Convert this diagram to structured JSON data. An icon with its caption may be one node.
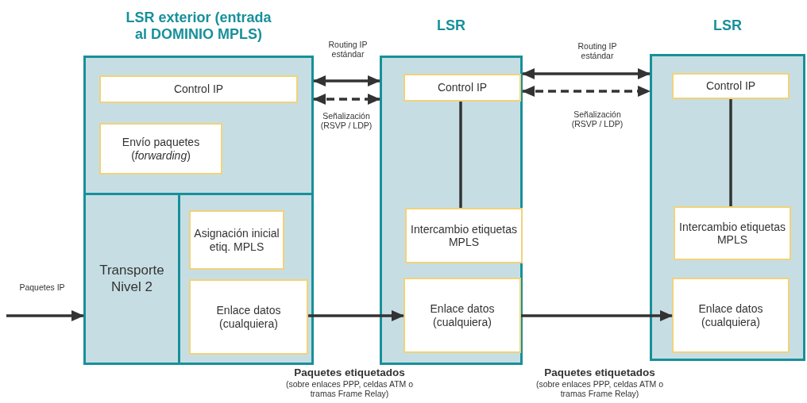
{
  "diagram": {
    "nodes": [
      {
        "text": [
          "LSR exterior (entrada al DOMINIO MPLS)"
        ]
      },
      {
        "text": [
          "Control IP"
        ],
        "in": 0
      },
      {
        "text": [
          "Envío paquetes (*forwarding*)"
        ],
        "in": 0
      },
      {
        "text": [
          "Transporte Nivel 2"
        ],
        "in": 0
      },
      {
        "text": [],
        "shape": "box",
        "in": 0
      },
      {
        "text": [
          "Asignación inicial etiq. MPLS"
        ],
        "in": 4
      },
      {
        "text": [
          "Enlace datos (cualquiera)"
        ],
        "in": 4
      },
      {
        "text": [
          "LSR"
        ]
      },
      {
        "text": [
          "Control IP"
        ],
        "in": 7
      },
      {
        "text": [
          "Intercambio etiquetas MPLS"
        ],
        "in": 7
      },
      {
        "text": [
          "Enlace datos (cualquiera)"
        ],
        "in": 7
      },
      {
        "text": [
          "LSR"
        ]
      },
      {
        "text": [
          "Control IP"
        ],
        "in": 11
      },
      {
        "text": [
          "Intercambio etiquetas MPLS"
        ],
        "in": 11
      },
      {
        "text": [
          "Enlace datos (cualquiera)"
        ],
        "in": 11
      }
    ],
    "edges": [
      {
        "from": 0,
        "to": 7,
        "arrow": "both",
        "label": "Routing IP estándar"
      },
      {
        "from": 0,
        "to": 7,
        "arrow": "both",
        "style": "dashed",
        "label": "Señalización (RSVP / LDP)"
      },
      {
        "from": 7,
        "to": 11,
        "arrow": "both",
        "label": "Routing IP estándar"
      },
      {
        "from": 7,
        "to": 11,
        "arrow": "both",
        "style": "dashed",
        "label": "Señalización (RSVP / LDP)"
      },
      {
        "from": null,
        "to": 3,
        "arrow": "to",
        "label": "Paquetes IP"
      },
      {
        "from": 6,
        "to": 10,
        "arrow": "to",
        "label": "**Paquetes etiquetados** (sobre enlaces PPP, celdas ATM o tramas Frame Relay)"
      },
      {
        "from": 10,
        "to": 14,
        "arrow": "to",
        "label": "**Paquetes etiquetados** (sobre enlaces PPP, celdas ATM o tramas Frame Relay)"
      },
      {
        "from": 8,
        "to": 9,
        "arrow": "none"
      },
      {
        "from": 12,
        "to": 13,
        "arrow": "none"
      }
    ]
  }
}
